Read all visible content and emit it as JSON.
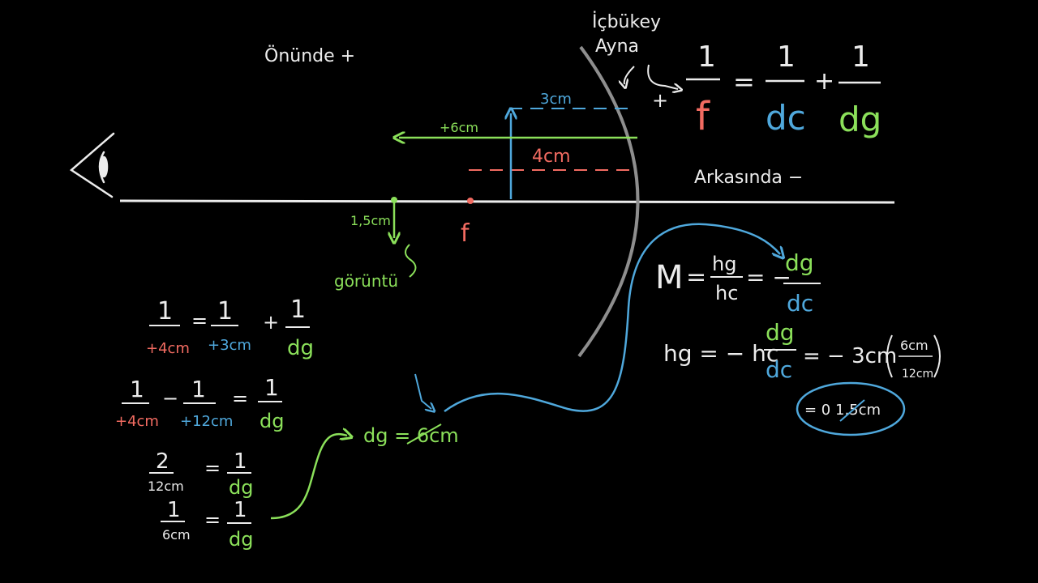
{
  "colors": {
    "white": "#ececec",
    "red": "#f26b61",
    "blue": "#4fa8dc",
    "green": "#8be05a",
    "gray": "#8e8e8e"
  },
  "labels": {
    "front": "Önünde +",
    "back": "Arkasında −",
    "mirror_name_1": "İçbükey",
    "mirror_name_2": "Ayna",
    "object_height": "3cm",
    "object_distance": "4cm",
    "image_distance": "+6cm",
    "image_height": "1,5cm",
    "focal_point": "f",
    "image": "görüntü",
    "plus_sign": "+"
  },
  "mirror_equation": {
    "lhs_num": "1",
    "lhs_den": "f",
    "equals": "=",
    "t1_num": "1",
    "t1_den": "dc",
    "plus": "+",
    "t2_num": "1",
    "t2_den": "dg"
  },
  "magnification": {
    "symbol": "M",
    "equals": "=",
    "f1_num": "hg",
    "f1_den": "hc",
    "eq_neg": "= −",
    "f2_num": "dg",
    "f2_den": "dc"
  },
  "image_height_calc": {
    "lhs": "hg = − hc",
    "f_num": "dg",
    "f_den": "dc",
    "mid": "= − 3cm",
    "p_num": "6cm",
    "p_den": "12cm",
    "result": "= 0 1,5cm"
  },
  "left_steps": {
    "s1": {
      "a_num": "1",
      "a_den": "+4cm",
      "eq": "=",
      "b_num": "1",
      "b_den": "+3cm",
      "plus": "+",
      "c_num": "1",
      "c_den": "dg"
    },
    "s2": {
      "a_num": "1",
      "a_den": "+4cm",
      "minus": "−",
      "b_num": "1",
      "b_den": "+12cm",
      "eq": "=",
      "c_num": "1",
      "c_den": "dg"
    },
    "s3": {
      "a_num": "2",
      "a_den": "12cm",
      "eq": "=",
      "c_num": "1",
      "c_den": "dg"
    },
    "s4": {
      "a_num": "1",
      "a_den": "6cm",
      "eq": "=",
      "c_num": "1",
      "c_den": "dg"
    }
  },
  "result_dg": "dg = 6cm"
}
